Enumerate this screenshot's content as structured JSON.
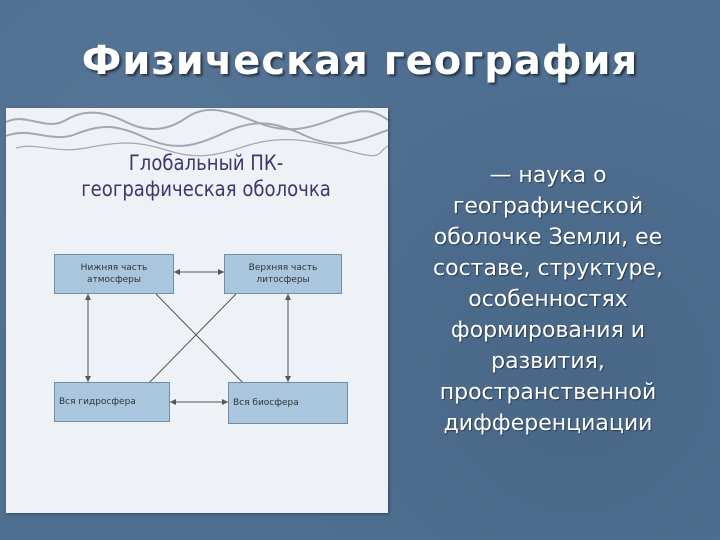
{
  "slide": {
    "title": "Физическая география"
  },
  "diagram": {
    "title_lines": [
      "Глобальный ПК-",
      "географическая оболочка"
    ],
    "nodes": {
      "top_left": [
        "Нижняя часть",
        "атмосферы"
      ],
      "top_right": [
        "Верхняя часть",
        "литосферы"
      ],
      "bottom_left": "Вся гидросфера",
      "bottom_right": "Вся биосфера"
    }
  },
  "definition": {
    "lines": [
      "— наука о",
      "географической",
      "оболочке Земли, ее",
      "составе, структуре,",
      "особенностях",
      "формирования и",
      "развития,",
      "пространственной",
      "дифференциации"
    ]
  }
}
